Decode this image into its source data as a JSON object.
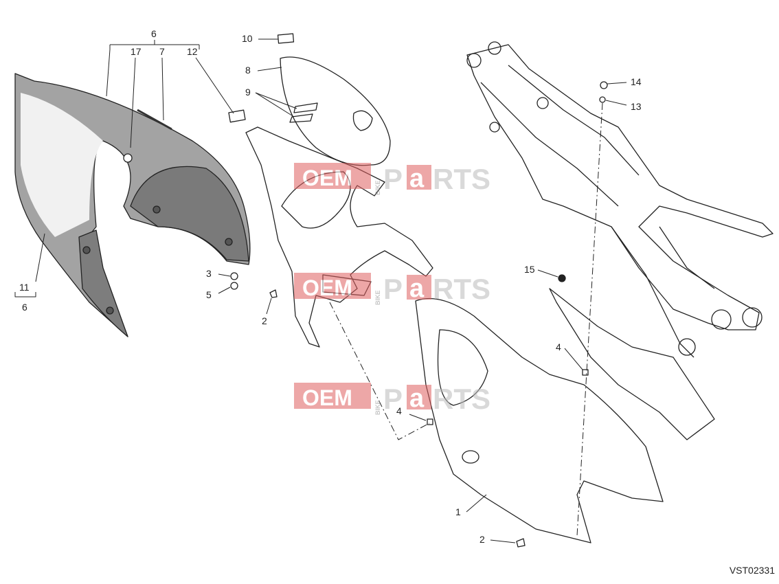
{
  "drawing_code": "VST02331",
  "watermark": {
    "left": "OEM",
    "vertical": "BIKE",
    "right_a": "P",
    "right_b": "a",
    "right_c": "RTS"
  },
  "callouts": {
    "c6_top": "6",
    "c17": "17",
    "c7": "7",
    "c12": "12",
    "c10": "10",
    "c8": "8",
    "c9": "9",
    "c3": "3",
    "c5": "5",
    "c11": "11",
    "c6_bottom": "6",
    "c2_left": "2",
    "c14": "14",
    "c13": "13",
    "c15": "15",
    "c4_right": "4",
    "c4_center": "4",
    "c1": "1",
    "c2_bottom": "2"
  },
  "colors": {
    "line": "#222222",
    "panel_grey": "#9b9b9b",
    "panel_dark": "#6f6f6f",
    "watermark_red": "#e06060"
  }
}
